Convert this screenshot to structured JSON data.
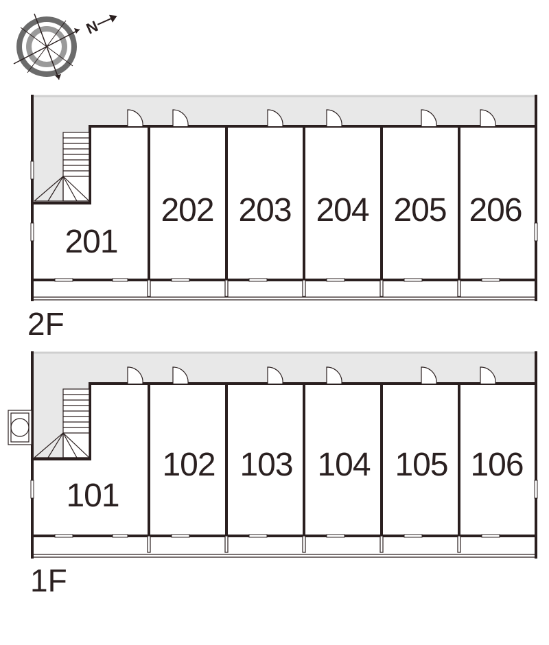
{
  "compass": {
    "north_label": "N",
    "icon": "compass-rose-icon"
  },
  "floors": [
    {
      "id": "2F",
      "label": "2F",
      "rooms": [
        "201",
        "202",
        "203",
        "204",
        "205",
        "206"
      ]
    },
    {
      "id": "1F",
      "label": "1F",
      "rooms": [
        "101",
        "102",
        "103",
        "104",
        "105",
        "106"
      ]
    }
  ],
  "colors": {
    "wall": "#2a1f1f",
    "corridor": "#e8e8e8",
    "text": "#2a2020"
  }
}
